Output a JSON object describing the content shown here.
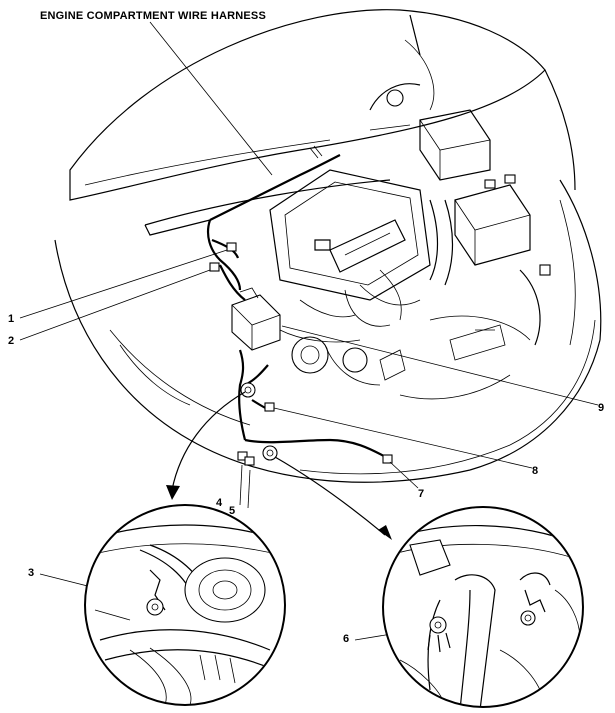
{
  "diagram": {
    "title": "ENGINE COMPARTMENT WIRE HARNESS",
    "callouts": [
      {
        "id": "c1",
        "label": "1"
      },
      {
        "id": "c2",
        "label": "2"
      },
      {
        "id": "c3",
        "label": "3"
      },
      {
        "id": "c4",
        "label": "4"
      },
      {
        "id": "c5",
        "label": "5"
      },
      {
        "id": "c6",
        "label": "6"
      },
      {
        "id": "c7",
        "label": "7"
      },
      {
        "id": "c8",
        "label": "8"
      },
      {
        "id": "c9",
        "label": "9"
      }
    ]
  }
}
